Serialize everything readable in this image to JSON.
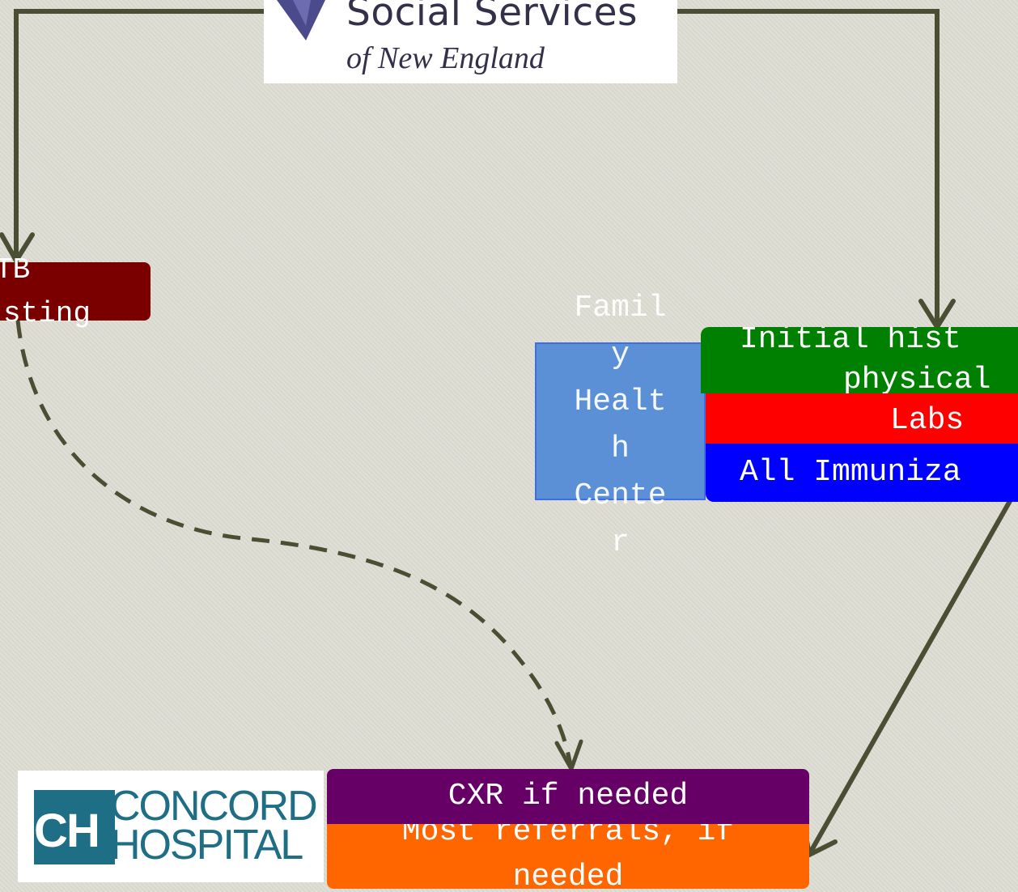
{
  "logos": {
    "lssne": {
      "line1": "Social Services",
      "line2": "of New England"
    },
    "concord": {
      "word1": "CONCORD",
      "word2": "HOSPITAL",
      "monogram_c": "C",
      "monogram_h": "H"
    }
  },
  "nodes": {
    "tb_testing": {
      "line1": "TB",
      "line2": "sting"
    },
    "family_health_center": {
      "label": "Famil y Healt h Cente r"
    },
    "initial_history": {
      "line1": "Initial hist",
      "line2": "physical"
    },
    "labs": {
      "label": "Labs"
    },
    "immunizations": {
      "label": "All Immuniza"
    },
    "cxr": {
      "label": "CXR if needed"
    },
    "referrals": {
      "line1": "Most referrals, if",
      "line2": "needed"
    }
  },
  "colors": {
    "arrow": "#4a4f33",
    "tb": "#7a0000",
    "fhc": "#5b8fd6",
    "history": "#008000",
    "labs": "#ff0000",
    "immunizations": "#0000ff",
    "cxr": "#660066",
    "referrals": "#ff6600"
  }
}
